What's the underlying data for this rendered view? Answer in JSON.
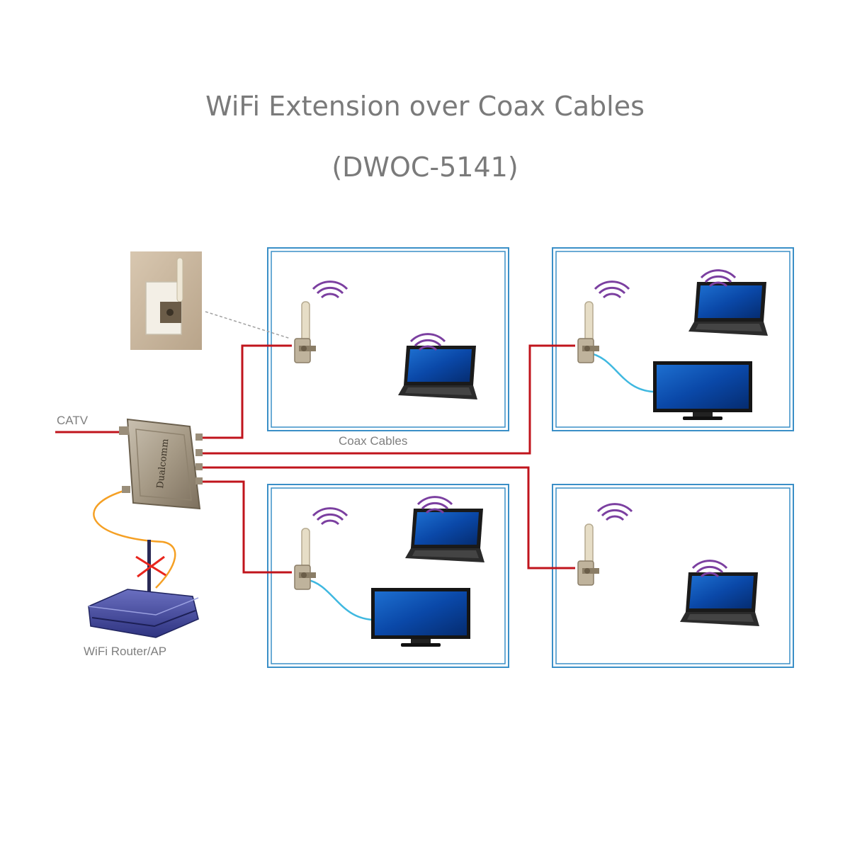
{
  "title": {
    "line1": "WiFi Extension over Coax Cables",
    "line2": "(DWOC-5141)"
  },
  "labels": {
    "catv": "CATV",
    "coax_cables": "Coax Cables",
    "router": "WiFi Router/AP"
  },
  "splitter_brand": "Dualcomm",
  "colors": {
    "room_border": "#3a8fc7",
    "coax_cable": "#c0141c",
    "orange_cable": "#f5a024",
    "blue_cable": "#3fb8e0",
    "wifi_waves": "#7b3fa0",
    "text_gray": "#7a7a7a",
    "cross_mark": "#e8251d"
  }
}
